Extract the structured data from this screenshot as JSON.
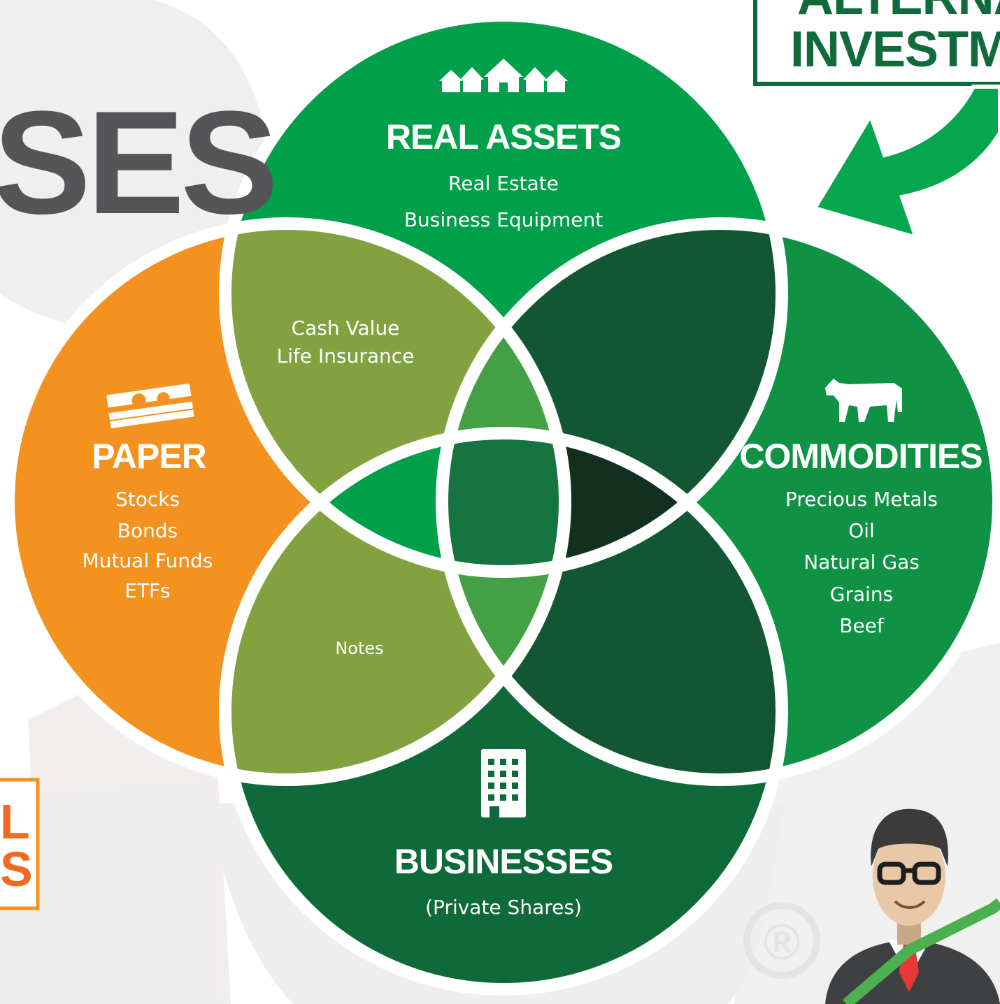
{
  "colors": {
    "paper": "#f49220",
    "real_assets": "#00a04a",
    "commodities": "#109245",
    "businesses": "#0f6a3a",
    "overlap_olive": "#82a23f",
    "overlap_dark": "#125633",
    "center": "#167440",
    "background_gray": "#ededed"
  },
  "side_heading_fragment": "SES",
  "orange_badge_fragment": {
    "line1": "L",
    "line2": "S"
  },
  "alt_badge": {
    "line1": "ALTERNATIV",
    "line2": "INVESTMENT"
  },
  "circles": {
    "real_assets": {
      "icon": "houses-icon",
      "title": "REAL ASSETS",
      "items": [
        "Real Estate",
        "Business Equipment"
      ]
    },
    "paper": {
      "icon": "money-stack-icon",
      "title": "PAPER",
      "items": [
        "Stocks",
        "Bonds",
        "Mutual Funds",
        "ETFs"
      ]
    },
    "commodities": {
      "icon": "cow-icon",
      "title": "COMMODITIES",
      "items": [
        "Precious Metals",
        "Oil",
        "Natural Gas",
        "Grains",
        "Beef"
      ]
    },
    "businesses": {
      "icon": "office-building-icon",
      "title": "BUSINESSES",
      "items": [
        "(Private Shares)"
      ]
    }
  },
  "overlaps": {
    "paper_real_assets": {
      "line1": "Cash Value",
      "line2": "Life Insurance"
    },
    "paper_businesses": {
      "label": "Notes"
    }
  },
  "watermark": "®"
}
